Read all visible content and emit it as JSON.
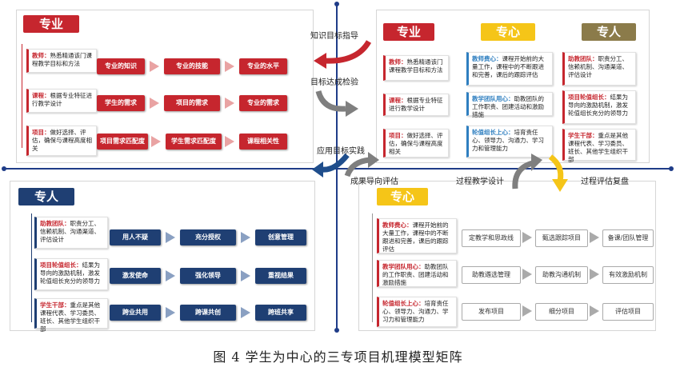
{
  "caption": "图 4  学生为中心的三专项目机理模型矩阵",
  "center_labels": {
    "knowledge_guidance": "知识目标指导",
    "goal_verification": "目标达成检验",
    "apply_practice": "应用目标实践",
    "outcome_evaluation": "成果导向评估",
    "process_design": "过程教学设计",
    "process_review": "过程评估复盘"
  },
  "q1": {
    "title": "专业",
    "notes": [
      {
        "key": "教师：",
        "text": "熟悉精通该门课程教学目标和方法"
      },
      {
        "key": "课程：",
        "text": "根据专业特征进行教学设计"
      },
      {
        "key": "项目：",
        "text": "做好选择、评估，确保与课程高度相关"
      }
    ],
    "rows": [
      [
        "专业的知识",
        "专业的技能",
        "专业的水平"
      ],
      [
        "学生的需求",
        "项目的需求",
        "专业的需求"
      ],
      [
        "项目需求匹配度",
        "学生需求匹配度",
        "课程相关性"
      ]
    ]
  },
  "q2": {
    "titles": [
      "专业",
      "专心",
      "专人"
    ],
    "col1": [
      {
        "key": "教师：",
        "text": "熟悉精通该门课程教学目标和方法"
      },
      {
        "key": "课程：",
        "text": "根据专业特征进行教学设计"
      },
      {
        "key": "项目：",
        "text": "做好选择、评估，确保与课程高度相关"
      }
    ],
    "col2": [
      {
        "key": "教师费心：",
        "text": "课程开始前的大量工作，课程中的不断跟进和完善，课后的跟踪评估"
      },
      {
        "key": "教学团队用心：",
        "text": "助教团队的工作职责、团建活动和激励措施"
      },
      {
        "key": "轮值组长上心：",
        "text": "培育责任心、领导力、沟通力、学习力和管理能力"
      }
    ],
    "col3": [
      {
        "key": "助教团队：",
        "text": "职责分工、信赖机制、沟通渠道、评估设计"
      },
      {
        "key": "项目轮值组长：",
        "text": "结果为导向的激励机制，激发轮值组长充分的领导力"
      },
      {
        "key": "学生干部：",
        "text": "重点是其他课程代表、学习委员、班长、其他学生组织干部"
      }
    ]
  },
  "q3": {
    "title": "专人",
    "notes": [
      {
        "key": "助教团队：",
        "text": "职责分工、信赖机制、沟通渠道、评估设计"
      },
      {
        "key": "项目轮值组长：",
        "text": "结果为导向的激励机制，激发轮值组长充分的领导力"
      },
      {
        "key": "学生干部：",
        "text": "重点是其他课程代表、学习委员、班长、其他学生组织干部"
      }
    ],
    "rows": [
      [
        "用人不疑",
        "充分授权",
        "创意管理"
      ],
      [
        "激发使命",
        "强化领导",
        "重视结果"
      ],
      [
        "跨业共用",
        "跨课共创",
        "跨班共享"
      ]
    ]
  },
  "q4": {
    "title": "专心",
    "notes": [
      {
        "key": "教师费心：",
        "text": "课程开始前的大量工作，课程中的不断跟进和完善，课后的跟踪评估"
      },
      {
        "key": "教学团队用心：",
        "text": "助教团队的工作职责、团建活动和激励措施"
      },
      {
        "key": "轮值组长上心：",
        "text": "培育责任心、领导力、沟通力、学习力和管理能力"
      }
    ],
    "rows": [
      [
        "定教学和思政线",
        "甄选跟踪项目",
        "备课/团队管理"
      ],
      [
        "助教遴选管理",
        "助教沟通机制",
        "有效激励机制"
      ],
      [
        "发布项目",
        "细分项目",
        "评估项目"
      ]
    ]
  }
}
